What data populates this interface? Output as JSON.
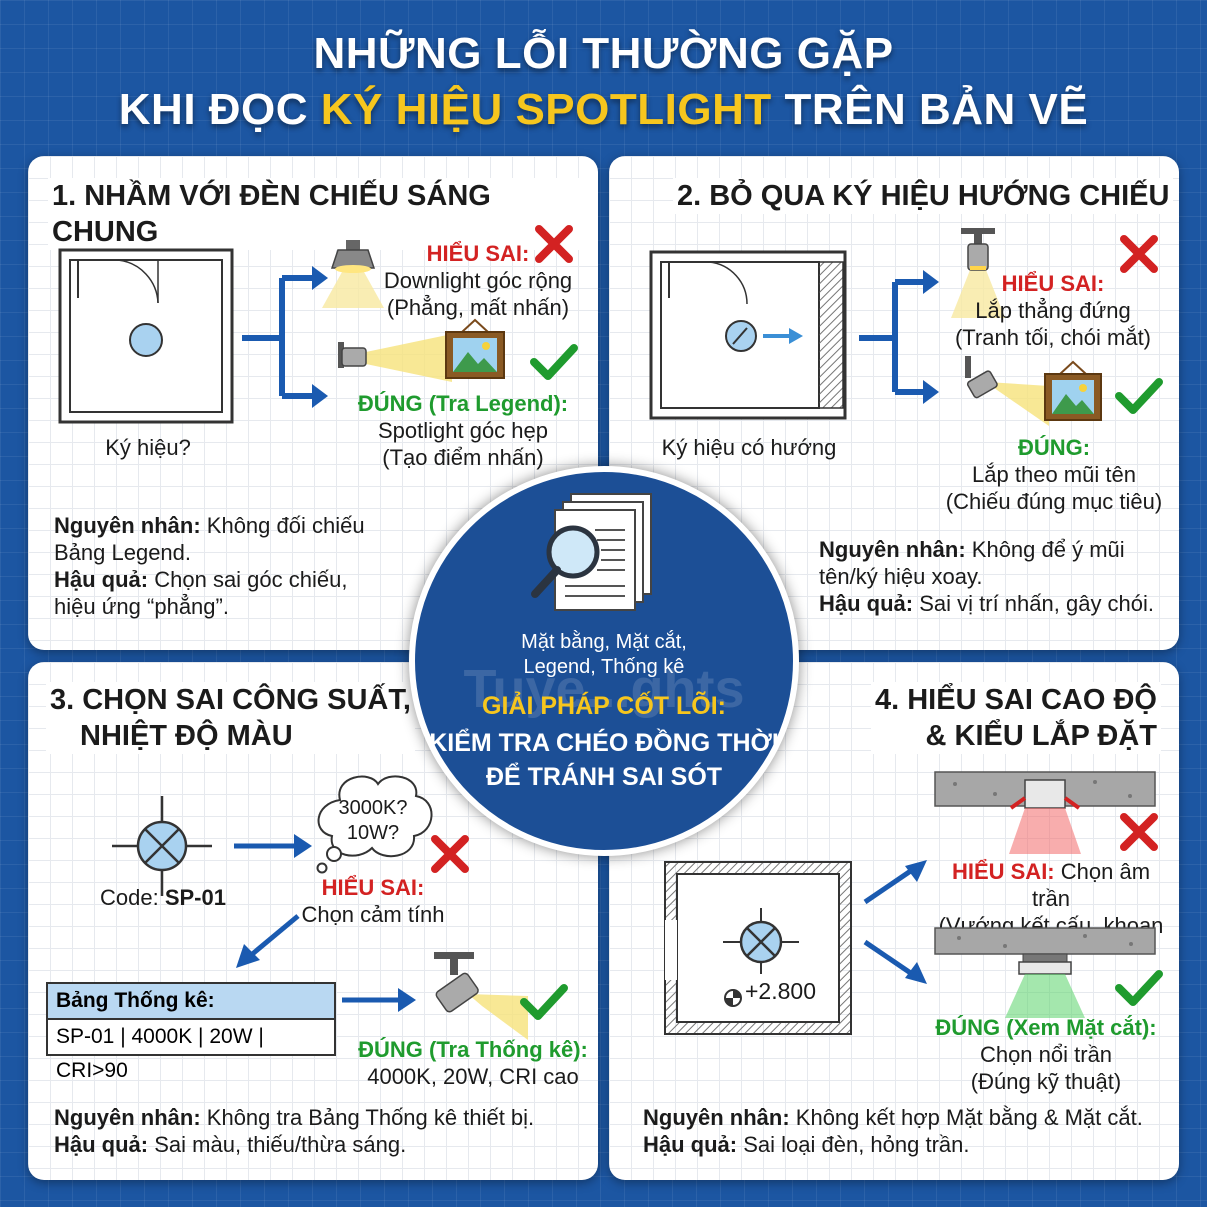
{
  "title": {
    "line1": "NHỮNG LỖI THƯỜNG GẶP",
    "line2_prefix": "KHI ĐỌC ",
    "line2_highlight": "KÝ HIỆU SPOTLIGHT",
    "line2_suffix": " TRÊN BẢN VẼ"
  },
  "panel1": {
    "title": "1. NHẦM VỚI ĐÈN CHIẾU SÁNG CHUNG",
    "symbol_label": "Ký hiệu?",
    "wrong_label": "HIỂU SAI:",
    "wrong_line1": "Downlight góc rộng",
    "wrong_line2": "(Phẳng, mất nhấn)",
    "right_label": "ĐÚNG (Tra Legend):",
    "right_line1": "Spotlight góc hẹp",
    "right_line2": "(Tạo điểm nhấn)",
    "cause_label": "Nguyên nhân:",
    "cause_text": " Không đối chiếu",
    "cause_text2": "Bảng Legend.",
    "effect_label": "Hậu quả:",
    "effect_text": " Chọn sai góc chiếu,",
    "effect_text2": "hiệu ứng “phẳng”."
  },
  "panel2": {
    "title": "2. BỎ QUA KÝ HIỆU HƯỚNG CHIẾU",
    "symbol_label": "Ký hiệu có hướng",
    "wrong_label": "HIỂU SAI:",
    "wrong_line1": "Lắp thẳng đứng",
    "wrong_line2": "(Tranh tối, chói mắt)",
    "right_label": "ĐÚNG:",
    "right_line1": "Lắp theo mũi tên",
    "right_line2": "(Chiếu đúng mục tiêu)",
    "cause_label": "Nguyên nhân:",
    "cause_text": " Không để ý mũi",
    "cause_text2": "tên/ký hiệu xoay.",
    "effect_label": "Hậu quả:",
    "effect_text": " Sai vị trí nhấn, gây chói."
  },
  "panel3": {
    "title_line1": "3. CHỌN SAI CÔNG SUẤT,",
    "title_line2": "NHIỆT ĐỘ MÀU",
    "code_label": "Code: ",
    "code_value": "SP-01",
    "bubble_line1": "3000K?",
    "bubble_line2": "10W?",
    "wrong_label": "HIỂU SAI:",
    "wrong_line1": "Chọn cảm tính",
    "table_header": "Bảng Thống kê:",
    "table_row": "SP-01 | 4000K | 20W | CRI>90",
    "right_label": "ĐÚNG (Tra Thống kê):",
    "right_line1": "4000K, 20W, CRI cao",
    "cause_label": "Nguyên nhân:",
    "cause_text": " Không tra Bảng Thống kê thiết bị.",
    "effect_label": "Hậu quả:",
    "effect_text": " Sai màu, thiếu/thừa sáng."
  },
  "panel4": {
    "title_line1": "4. HIỂU SAI CAO ĐỘ",
    "title_line2": "& KIỂU LẮP ĐẶT",
    "elevation": "+2.800",
    "wrong_label": "HIỂU SAI:",
    "wrong_line1": " Chọn âm trần",
    "wrong_line2": "(Vướng kết cấu, khoan sai)",
    "right_label": "ĐÚNG (Xem Mặt cắt):",
    "right_line1": "Chọn nổi trần",
    "right_line2": "(Đúng kỹ thuật)",
    "cause_label": "Nguyên nhân:",
    "cause_text": " Không kết hợp Mặt bằng & Mặt cắt.",
    "effect_label": "Hậu quả:",
    "effect_text": " Sai loại đèn, hỏng trần."
  },
  "center": {
    "docs_line1": "Mặt bằng, Mặt cắt,",
    "docs_line2": "Legend, Thống kê",
    "solution_label": "GIẢI PHÁP CỐT LÕI:",
    "solution_line1": "KIỂM TRA CHÉO ĐỒNG THỜI",
    "solution_line2": "ĐỂ TRÁNH SAI SÓT",
    "watermark": "Tuye...ghts"
  },
  "colors": {
    "background": "#1c56a2",
    "highlight": "#f6c61e",
    "wrong": "#d32222",
    "right": "#1f9b2e",
    "arrow": "#1a5ab0"
  }
}
